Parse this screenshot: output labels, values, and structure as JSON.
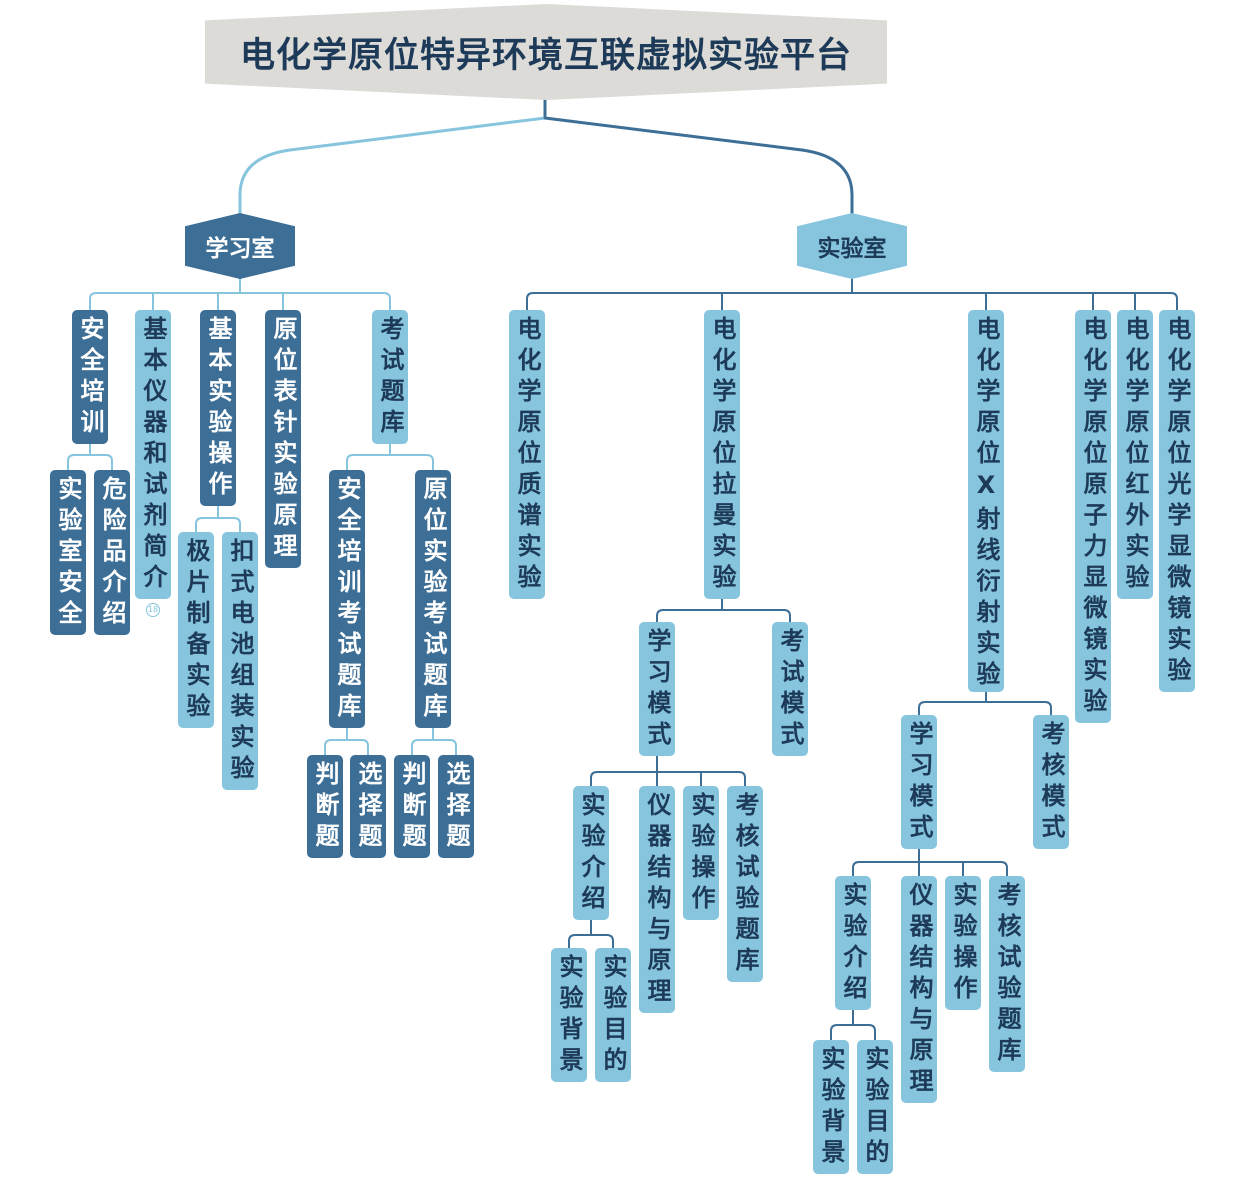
{
  "mindmap": {
    "root": {
      "label": "电化学原位特异环境互联虚拟实验平台"
    },
    "branches": [
      {
        "label": "学习室",
        "children": [
          {
            "label": "安全培训",
            "children": [
              {
                "label": "实验室安全"
              },
              {
                "label": "危险品介绍"
              }
            ]
          },
          {
            "label": "基本仪器和试剂简介",
            "badge": "18"
          },
          {
            "label": "基本实验操作",
            "children": [
              {
                "label": "极片制备实验"
              },
              {
                "label": "扣式电池组装实验"
              }
            ]
          },
          {
            "label": "原位表针实验原理"
          },
          {
            "label": "考试题库",
            "children": [
              {
                "label": "安全培训考试题库",
                "children": [
                  {
                    "label": "判断题"
                  },
                  {
                    "label": "选择题"
                  }
                ]
              },
              {
                "label": "原位实验考试题库",
                "children": [
                  {
                    "label": "判断题"
                  },
                  {
                    "label": "选择题"
                  }
                ]
              }
            ]
          }
        ]
      },
      {
        "label": "实验室",
        "children": [
          {
            "label": "电化学原位质谱实验"
          },
          {
            "label": "电化学原位拉曼实验",
            "children": [
              {
                "label": "学习模式",
                "children": [
                  {
                    "label": "实验介绍",
                    "children": [
                      {
                        "label": "实验背景"
                      },
                      {
                        "label": "实验目的"
                      }
                    ]
                  },
                  {
                    "label": "仪器结构与原理"
                  },
                  {
                    "label": "实验操作"
                  },
                  {
                    "label": "考核试验题库"
                  }
                ]
              },
              {
                "label": "考试模式"
              }
            ]
          },
          {
            "label": "电化学原位X射线衍射实验",
            "children": [
              {
                "label": "学习模式",
                "children": [
                  {
                    "label": "实验介绍",
                    "children": [
                      {
                        "label": "实验背景"
                      },
                      {
                        "label": "实验目的"
                      }
                    ]
                  },
                  {
                    "label": "仪器结构与原理"
                  },
                  {
                    "label": "实验操作"
                  },
                  {
                    "label": "考核试验题库"
                  }
                ]
              },
              {
                "label": "考核模式"
              }
            ]
          },
          {
            "label": "电化学原位原子力显微镜实验"
          },
          {
            "label": "电化学原位红外实验"
          },
          {
            "label": "电化学原位光学显微镜实验"
          }
        ]
      }
    ]
  },
  "palette": {
    "dark": "#3d6e96",
    "light": "#86c5dd",
    "root_fill": "#dcdbd7",
    "text_dark": "#1d3a58",
    "text_light": "#ffffff"
  }
}
